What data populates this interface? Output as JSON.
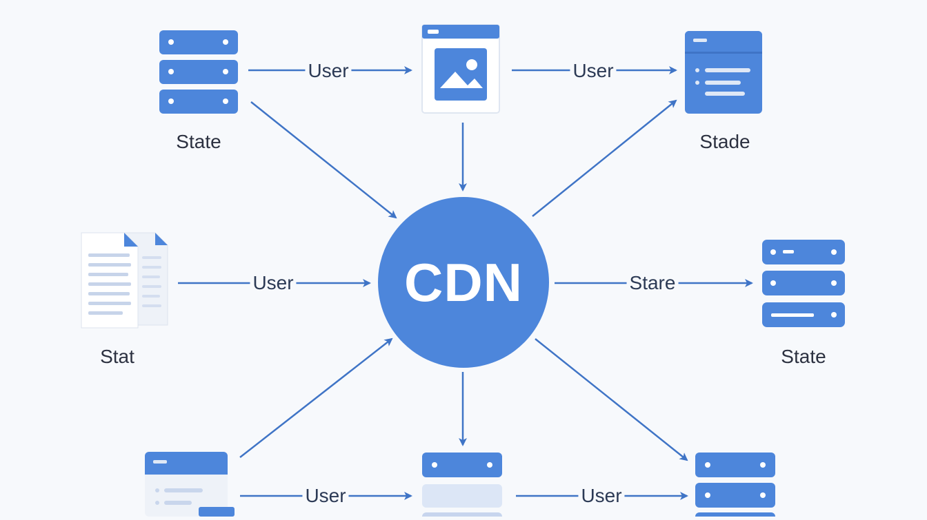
{
  "colors": {
    "primary": "#4d86db",
    "primary_dark": "#3f74c6",
    "light": "#dfe8f6",
    "arrow": "#3f74c6",
    "text": "#2c3140"
  },
  "hub": {
    "label": "CDN",
    "icon": "cdn-circle"
  },
  "nodes": [
    {
      "id": "top-left",
      "label": "State",
      "icon": "server-stack-icon"
    },
    {
      "id": "top-center",
      "label": "",
      "icon": "browser-image-icon"
    },
    {
      "id": "top-right",
      "label": "Stade",
      "icon": "app-window-icon"
    },
    {
      "id": "middle-left",
      "label": "Stat",
      "icon": "documents-icon"
    },
    {
      "id": "middle-right",
      "label": "State",
      "icon": "server-stack-icon"
    },
    {
      "id": "bottom-left",
      "label": "",
      "icon": "app-window-icon"
    },
    {
      "id": "bottom-center",
      "label": "",
      "icon": "server-stack-icon"
    },
    {
      "id": "bottom-right",
      "label": "",
      "icon": "server-stack-icon"
    }
  ],
  "edges": [
    {
      "from": "top-left",
      "to": "top-center",
      "label": "User"
    },
    {
      "from": "top-center",
      "to": "top-right",
      "label": "User"
    },
    {
      "from": "middle-left",
      "to": "hub",
      "label": "User"
    },
    {
      "from": "hub",
      "to": "middle-right",
      "label": "Stare"
    },
    {
      "from": "bottom-left",
      "to": "bottom-center",
      "label": "User"
    },
    {
      "from": "bottom-center",
      "to": "bottom-right",
      "label": "User"
    },
    {
      "from": "top-left",
      "to": "hub",
      "label": ""
    },
    {
      "from": "top-center",
      "to": "hub",
      "label": ""
    },
    {
      "from": "hub",
      "to": "top-right",
      "label": ""
    },
    {
      "from": "bottom-left",
      "to": "hub",
      "label": ""
    },
    {
      "from": "hub",
      "to": "bottom-center",
      "label": ""
    },
    {
      "from": "hub",
      "to": "bottom-right",
      "label": ""
    }
  ]
}
